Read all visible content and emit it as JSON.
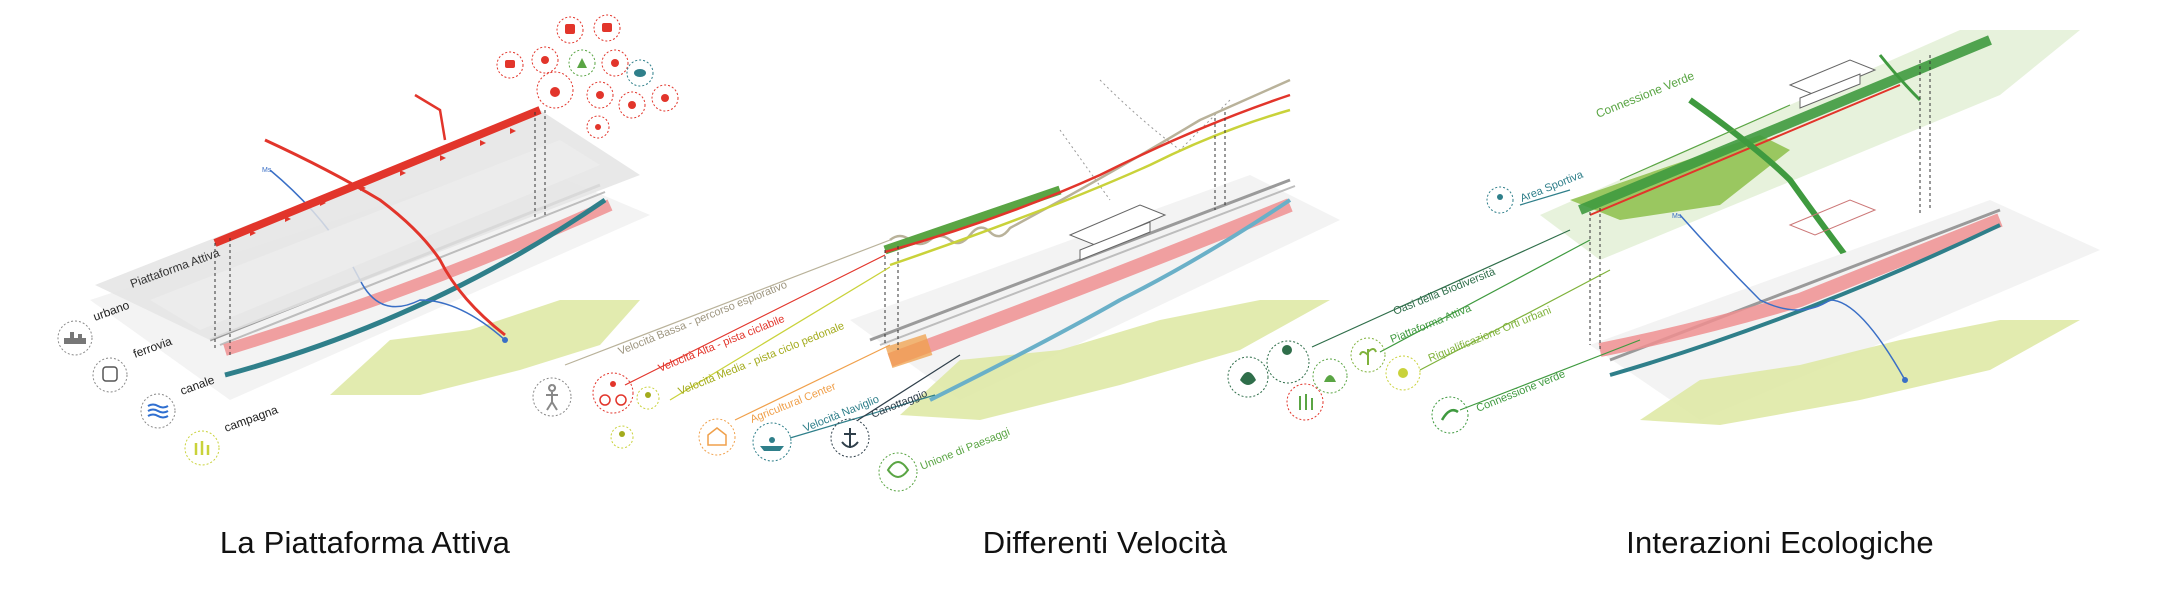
{
  "captions": {
    "panel1": "La Piattaforma Attiva",
    "panel2": "Differenti Velocità",
    "panel3": "Interazioni Ecologiche"
  },
  "panel1": {
    "platform_label": "Piattaforma Attiva",
    "legend": [
      "urbano",
      "ferrovia",
      "canale",
      "campagna"
    ]
  },
  "panel2": {
    "labels": [
      "Velocità Bassa - percorso esplorativo",
      "Velocità Alta - pista ciclabile",
      "Velocità Media - pista ciclo pedonale",
      "Agricultural Center",
      "Velocità Naviglio",
      "Canottaggio",
      "Unione di Paesaggi"
    ]
  },
  "panel3": {
    "labels": [
      "Connessione Verde",
      "Area Sportiva",
      "Oasi della Biodiversità",
      "Piattaforma Attiva",
      "Riqualificazione Orti urbani",
      "Connessione verde"
    ]
  },
  "colors": {
    "red": "#e2352b",
    "pink": "#ef8f90",
    "teal": "#2f7f8a",
    "green": "#5aa544",
    "lightgreen": "#dfe9a6",
    "yellow": "#c9d23a",
    "orange": "#f0a04b",
    "blue": "#3a6fc6",
    "grey": "#cfcfcf"
  }
}
